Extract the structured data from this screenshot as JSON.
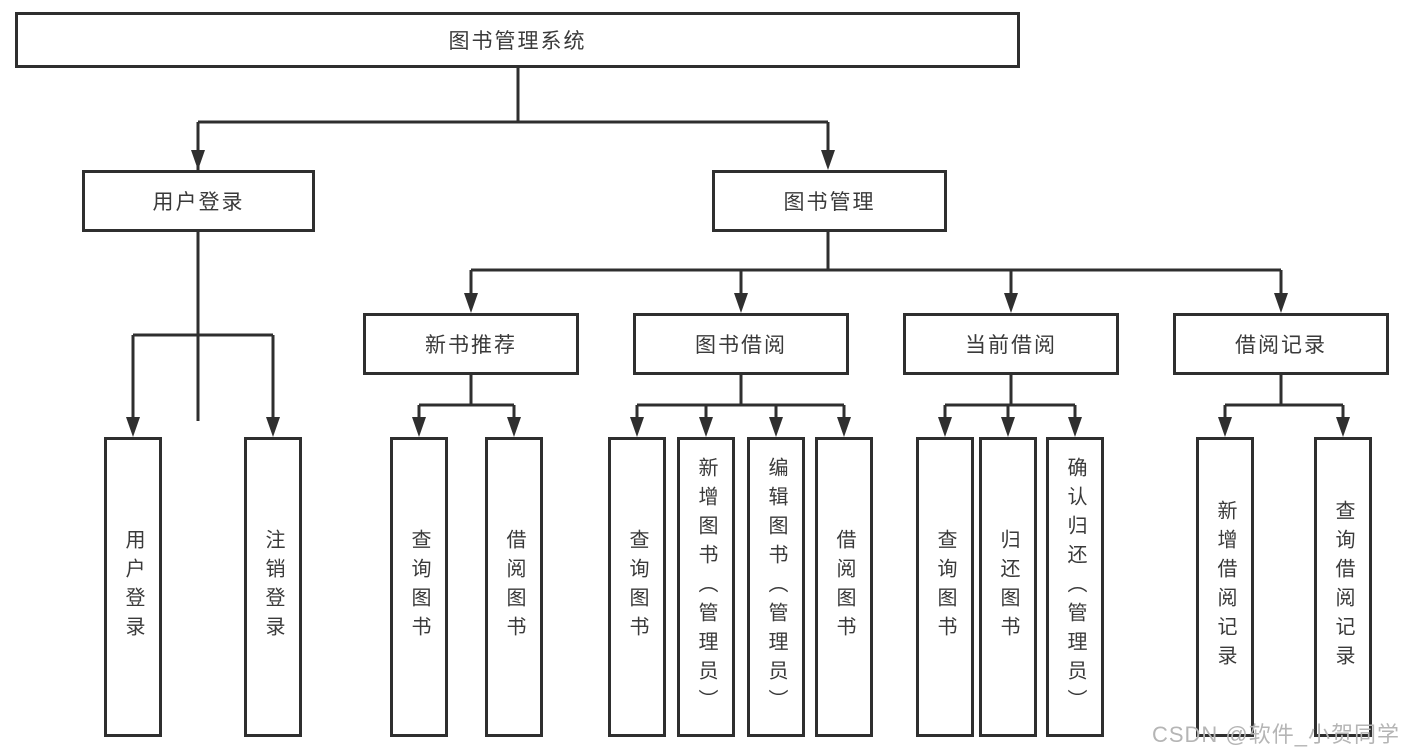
{
  "diagram": {
    "type": "tree",
    "nodes": {
      "root": {
        "label": "图书管理系统"
      },
      "user_login": {
        "label": "用户登录",
        "children": {
          "login": {
            "label": "用户登录"
          },
          "logout": {
            "label": "注销登录"
          }
        }
      },
      "book_management": {
        "label": "图书管理",
        "children": {
          "new_books": {
            "label": "新书推荐",
            "children": {
              "query": {
                "label": "查询图书"
              },
              "borrow": {
                "label": "借阅图书"
              }
            }
          },
          "book_borrow": {
            "label": "图书借阅",
            "children": {
              "query": {
                "label": "查询图书"
              },
              "add": {
                "label": "新增图书（管理员）"
              },
              "edit": {
                "label": "编辑图书（管理员）"
              },
              "borrow": {
                "label": "借阅图书"
              }
            }
          },
          "current_borrow": {
            "label": "当前借阅",
            "children": {
              "query": {
                "label": "查询图书"
              },
              "return": {
                "label": "归还图书"
              },
              "confirm": {
                "label": "确认归还（管理员）"
              }
            }
          },
          "borrow_records": {
            "label": "借阅记录",
            "children": {
              "add": {
                "label": "新增借阅记录"
              },
              "query": {
                "label": "查询借阅记录"
              }
            }
          }
        }
      }
    },
    "colors": {
      "line": "#2f2f2f",
      "text": "#3a3a3a",
      "background": "#ffffff",
      "watermark": "#b5b5b5"
    }
  },
  "watermark": {
    "text": "CSDN @软件_小贺同学"
  }
}
